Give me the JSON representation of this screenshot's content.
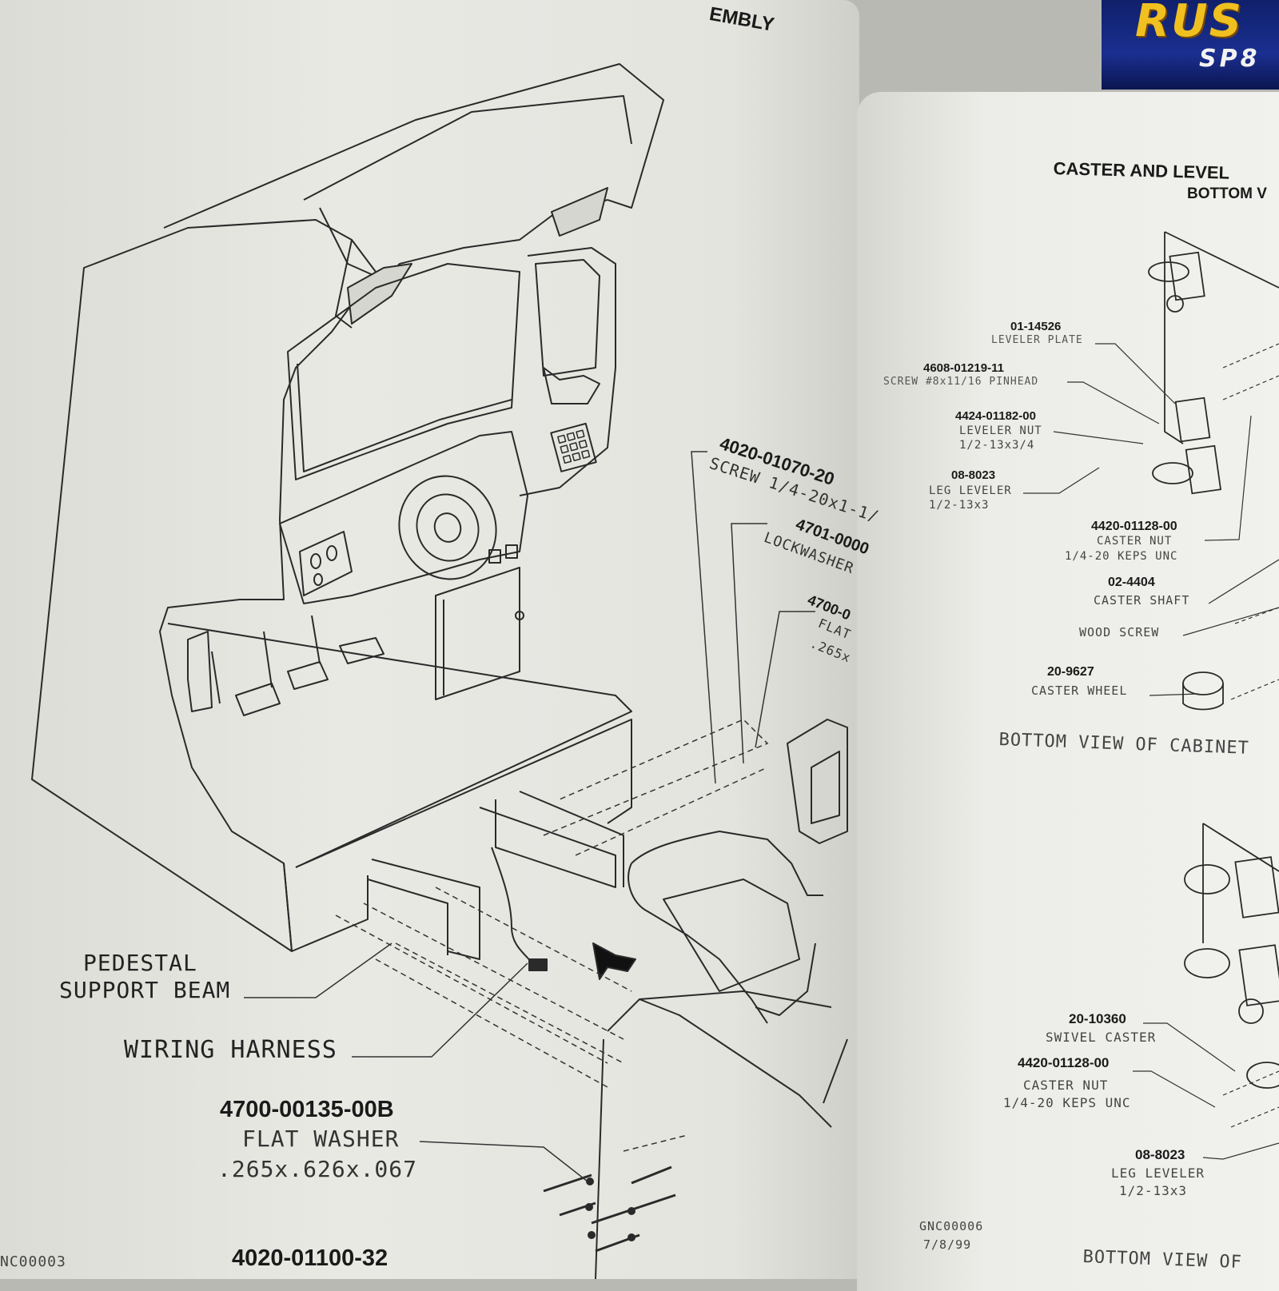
{
  "left_page": {
    "title_fragment": "EMBLY",
    "callouts": {
      "screw_top": {
        "pn": "4020-01070-20",
        "desc": "SCREW 1/4-20x1-1/"
      },
      "lockwasher": {
        "pn": "4701-0000",
        "desc": "LOCKWASHER"
      },
      "flat_washer_top": {
        "pn": "4700-0",
        "desc_1": "FLAT",
        "desc_2": ".265x"
      },
      "pedestal": {
        "line_1": "PEDESTAL",
        "line_2": "SUPPORT  BEAM"
      },
      "harness": {
        "label": "WIRING  HARNESS"
      },
      "flat_washer": {
        "pn": "4700-00135-00B",
        "desc_1": "FLAT  WASHER",
        "desc_2": ".265x.626x.067"
      },
      "carriage": {
        "pn": "4020-01100-32"
      }
    },
    "footer_code": "NC00003"
  },
  "right_page": {
    "title": "CASTER AND LEVEL",
    "subtitle": "BOTTOM V",
    "callouts": {
      "leveler_plate": {
        "pn": "01-14526",
        "desc": "LEVELER  PLATE"
      },
      "screw_pinhead": {
        "pn": "4608-01219-11",
        "desc": "SCREW #8x11/16 PINHEAD"
      },
      "leveler_nut": {
        "pn": "4424-01182-00",
        "desc_1": "LEVELER  NUT",
        "desc_2": "1/2-13x3/4"
      },
      "leg_leveler": {
        "pn": "08-8023",
        "desc_1": "LEG  LEVELER",
        "desc_2": "1/2-13x3"
      },
      "caster_nut": {
        "pn": "4420-01128-00",
        "desc_1": "CASTER  NUT",
        "desc_2": "1/4-20  KEPS  UNC"
      },
      "caster_shaft": {
        "pn": "02-4404",
        "desc": "CASTER  SHAFT"
      },
      "wood_screw": {
        "desc": "WOOD  SCREW"
      },
      "caster_wheel": {
        "pn": "20-9627",
        "desc": "CASTER  WHEEL"
      },
      "swivel_caster": {
        "pn": "20-10360",
        "desc": "SWIVEL  CASTER"
      },
      "caster_nut_2": {
        "pn": "4420-01128-00",
        "desc_1": "CASTER  NUT",
        "desc_2": "1/4-20  KEPS  UNC"
      },
      "leg_leveler_2": {
        "pn": "08-8023",
        "desc_1": "LEG  LEVELER",
        "desc_2": "1/2-13x3"
      }
    },
    "view_label_1": "BOTTOM  VIEW  OF  CABINET",
    "view_label_2": "BOTTOM  VIEW  OF",
    "footer_code": "GNC00006",
    "footer_date": "7/8/99"
  },
  "cover": {
    "logo": "RUS",
    "sub": "SP8"
  }
}
